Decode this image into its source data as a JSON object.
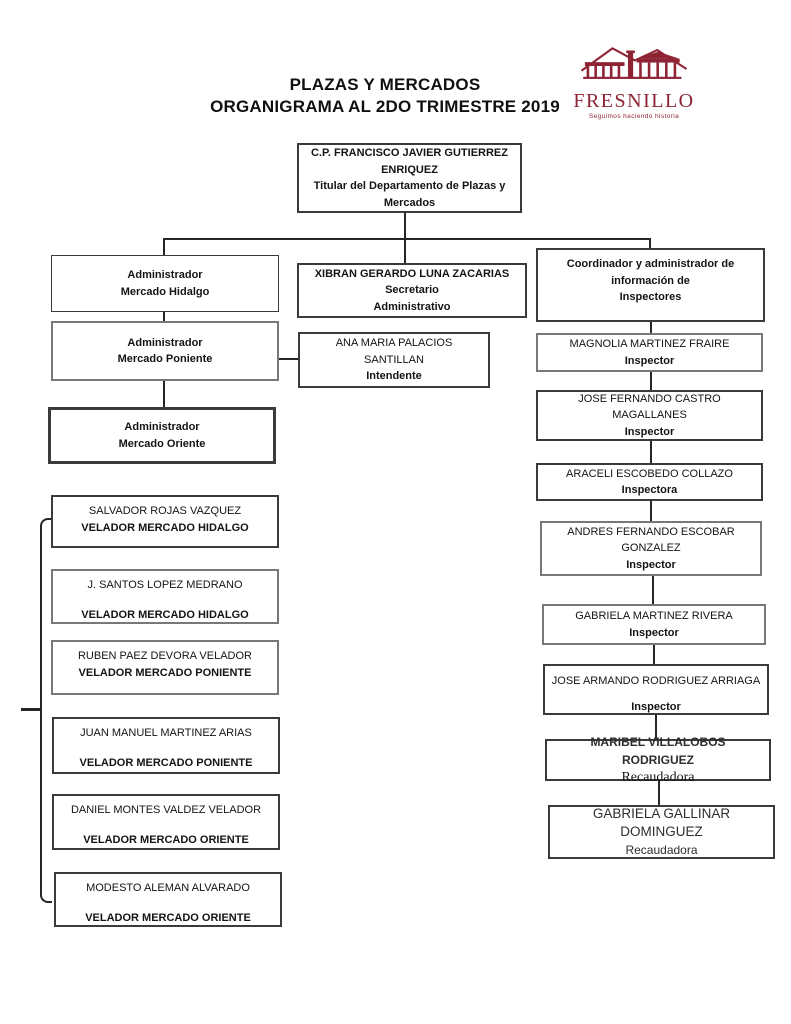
{
  "header": {
    "title_line1": "PLAZAS Y MERCADOS",
    "title_line2": "ORGANIGRAMA AL 2DO TRIMESTRE 2019",
    "logo": {
      "name": "FRESNILLO",
      "tagline": "Seguimos haciendo historia",
      "brand_color": "#8e2334"
    }
  },
  "boxes": {
    "titular": {
      "name": "C.P. FRANCISCO JAVIER GUTIERREZ ENRIQUEZ",
      "role": "Titular del Departamento de Plazas y Mercados"
    },
    "admin_hidalgo": {
      "line1": "Administrador",
      "line2": "Mercado Hidalgo"
    },
    "admin_poniente": {
      "line1": "Administrador",
      "line2": "Mercado Poniente"
    },
    "admin_oriente": {
      "line1": "Administrador",
      "line2": "Mercado Oriente"
    },
    "xibran": {
      "name": "XIBRAN GERARDO LUNA ZACARIAS",
      "role1": "Secretario",
      "role2": "Administrativo"
    },
    "ana_maria": {
      "name1": "ANA MARIA PALACIOS",
      "name2": "SANTILLAN",
      "role": "Intendente"
    },
    "coordinador": {
      "line1": "Coordinador y administrador de",
      "line2": "información de",
      "line3": "Inspectores"
    },
    "magnolia": {
      "name": "MAGNOLIA MARTINEZ FRAIRE",
      "role": "Inspector"
    },
    "jose_castro": {
      "name1": "JOSE FERNANDO CASTRO",
      "name2": "MAGALLANES",
      "role": "Inspector"
    },
    "araceli": {
      "name": "ARACELI ESCOBEDO COLLAZO",
      "role": "Inspectora"
    },
    "andres": {
      "name1": "ANDRES FERNANDO ESCOBAR",
      "name2": "GONZALEZ",
      "role": "Inspector"
    },
    "gabriela_martinez": {
      "name": "GABRIELA MARTINEZ RIVERA",
      "role": "Inspector"
    },
    "jose_armando": {
      "name": "JOSE ARMANDO RODRIGUEZ ARRIAGA",
      "role": "Inspector"
    },
    "maribel": {
      "name": "MARIBEL VILLALOBOS RODRIGUEZ",
      "role": "Recaudadora"
    },
    "gabriela_gallinar": {
      "name": "GABRIELA GALLINAR DOMINGUEZ",
      "role": "Recaudadora"
    },
    "salvador": {
      "name": "SALVADOR ROJAS VAZQUEZ",
      "role": "VELADOR MERCADO HIDALGO"
    },
    "santos": {
      "name": "J. SANTOS LOPEZ MEDRANO",
      "role": "VELADOR MERCADO HIDALGO"
    },
    "ruben": {
      "name": "RUBEN PAEZ DEVORA VELADOR",
      "role": "VELADOR MERCADO PONIENTE"
    },
    "juan": {
      "name": "JUAN MANUEL MARTINEZ ARIAS",
      "role": "VELADOR MERCADO PONIENTE"
    },
    "daniel": {
      "name": "DANIEL MONTES VALDEZ VELADOR",
      "role": "VELADOR MERCADO ORIENTE"
    },
    "modesto": {
      "name": "MODESTO ALEMAN ALVARADO",
      "role": "VELADOR MERCADO ORIENTE"
    }
  }
}
